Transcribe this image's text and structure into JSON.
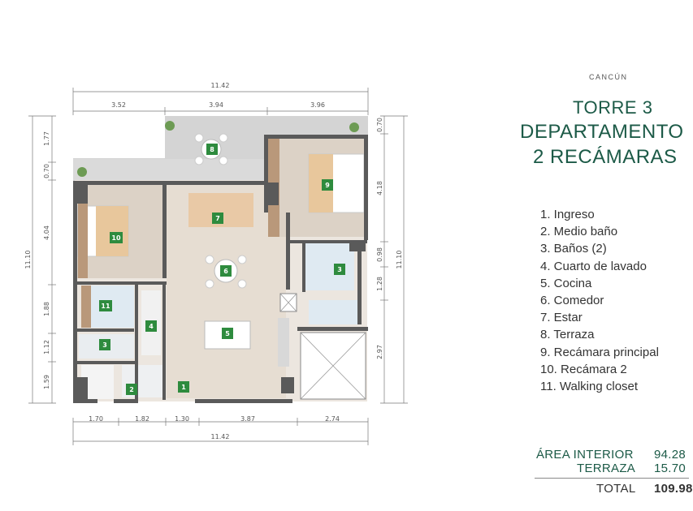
{
  "plan": {
    "dims": {
      "top_total": "11.42",
      "top_segments": [
        "3.52",
        "3.94",
        "3.96"
      ],
      "bottom_total": "11.42",
      "bottom_segments": [
        "1.70",
        "1.82",
        "1.30",
        "3.87",
        "2.74"
      ],
      "left_total": "11.10",
      "left_segments": [
        "1.77",
        "0.70",
        "4.04",
        "1.88",
        "1.12",
        "1.59"
      ],
      "right_total": "11.10",
      "right_segments": [
        "0.70",
        "4.18",
        "0.98",
        "1.28",
        "2.97"
      ]
    },
    "room_tags": [
      "8",
      "7",
      "10",
      "9",
      "6",
      "3",
      "11",
      "4",
      "5",
      "3",
      "2",
      "1"
    ],
    "colors": {
      "tag": "#2e8b3e",
      "wall": "#5a5a5a",
      "wood": "#c9a57a",
      "floor": "#ece6df",
      "terrace": "#d2d2d2"
    }
  },
  "header": {
    "city": "CANCÚN",
    "tower": "TORRE 3",
    "type": "DEPARTAMENTO",
    "bedrooms": "2 RECÁMARAS"
  },
  "legend": [
    "1.  Ingreso",
    "2. Medio baño",
    "3. Baños (2)",
    "4. Cuarto de lavado",
    "5. Cocina",
    "6. Comedor",
    "7. Estar",
    "8. Terraza",
    "9. Recámara principal",
    "10. Recámara 2",
    "11. Walking closet"
  ],
  "areas": {
    "interior_label": "ÁREA INTERIOR",
    "interior_value": "94.28",
    "terraza_label": "TERRAZA",
    "terraza_value": "15.70",
    "total_label": "TOTAL",
    "total_value": "109.98"
  },
  "accent_color": "#1c5a47"
}
